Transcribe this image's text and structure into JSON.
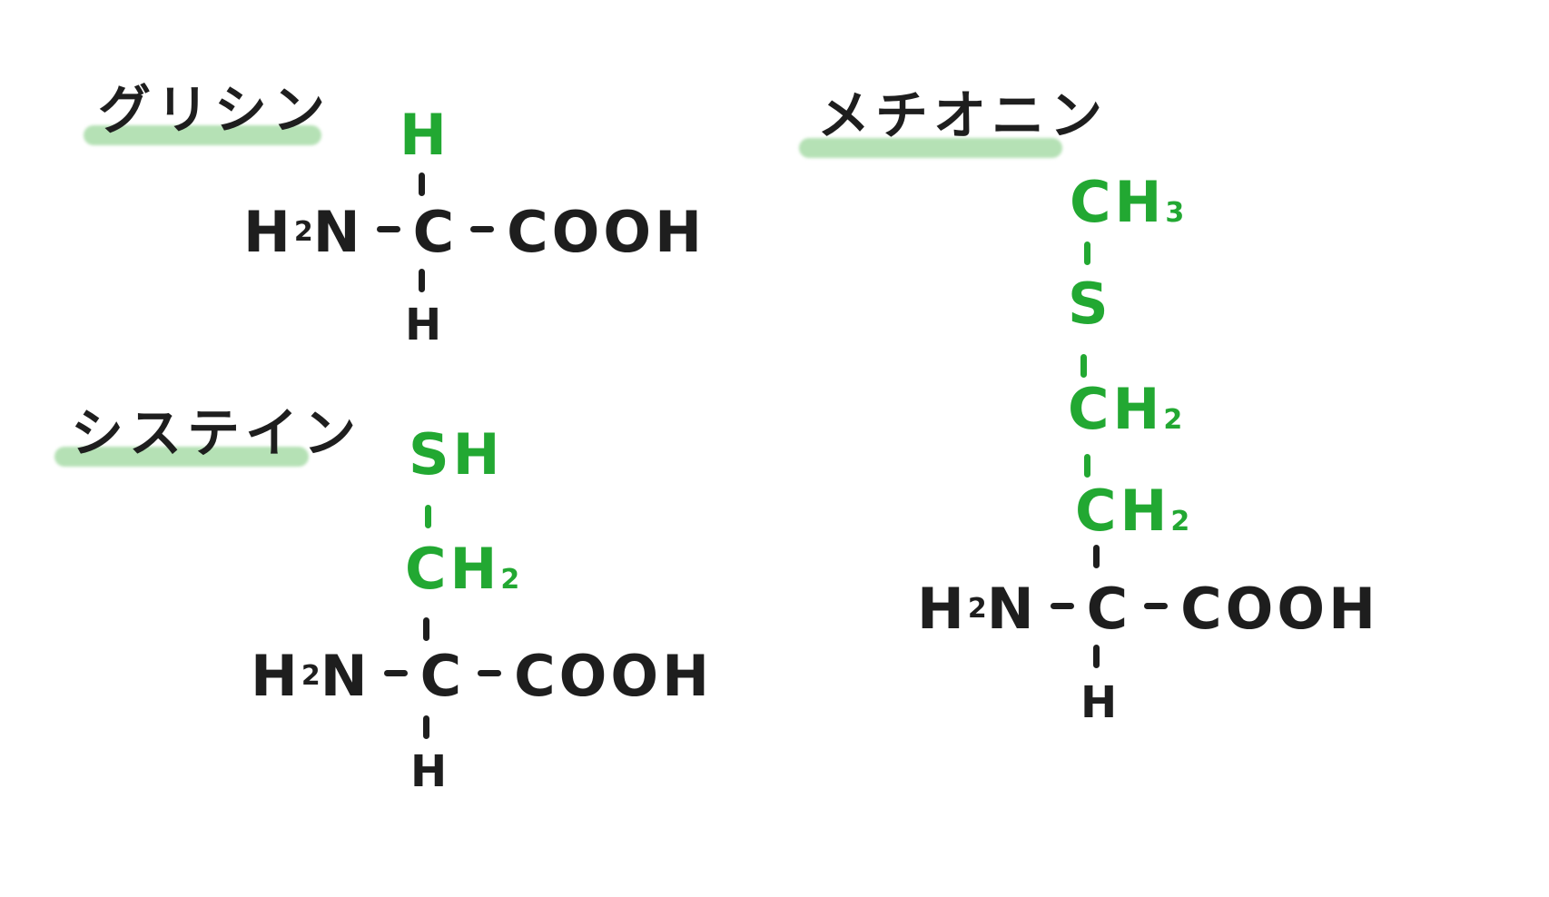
{
  "colors": {
    "ink": "#1e1e1e",
    "side_chain": "#22a832",
    "highlight": "#8fd28f"
  },
  "molecules": [
    {
      "name": "グリシン",
      "backbone": {
        "left": "H",
        "left_sub": "2",
        "left_after": "N",
        "center": "C",
        "right": "COOH",
        "bottom": "H"
      },
      "side_chain": [
        {
          "atom": "H",
          "sub": ""
        }
      ]
    },
    {
      "name": "システイン",
      "backbone": {
        "left": "H",
        "left_sub": "2",
        "left_after": "N",
        "center": "C",
        "right": "COOH",
        "bottom": "H"
      },
      "side_chain": [
        {
          "atom": "SH",
          "sub": ""
        },
        {
          "atom": "CH",
          "sub": "2"
        }
      ]
    },
    {
      "name": "メチオニン",
      "backbone": {
        "left": "H",
        "left_sub": "2",
        "left_after": "N",
        "center": "C",
        "right": "COOH",
        "bottom": "H"
      },
      "side_chain": [
        {
          "atom": "CH",
          "sub": "3"
        },
        {
          "atom": "S",
          "sub": ""
        },
        {
          "atom": "CH",
          "sub": "2"
        },
        {
          "atom": "CH",
          "sub": "2"
        }
      ]
    }
  ]
}
